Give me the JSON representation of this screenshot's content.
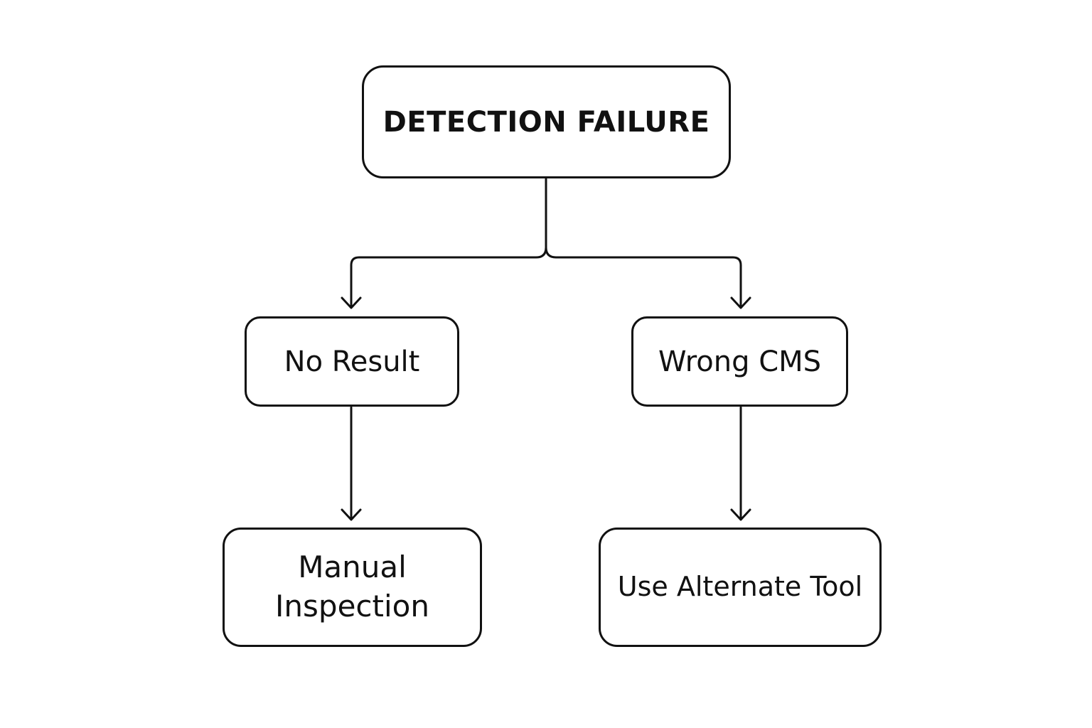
{
  "diagram": {
    "root": {
      "label": "DETECTION FAILURE"
    },
    "left": {
      "label": "No Result",
      "child": {
        "label": "Manual\nInspection"
      }
    },
    "right": {
      "label": "Wrong CMS",
      "child": {
        "label": "Use Alternate Tool"
      }
    }
  },
  "colors": {
    "stroke": "#111111",
    "background": "#ffffff"
  }
}
